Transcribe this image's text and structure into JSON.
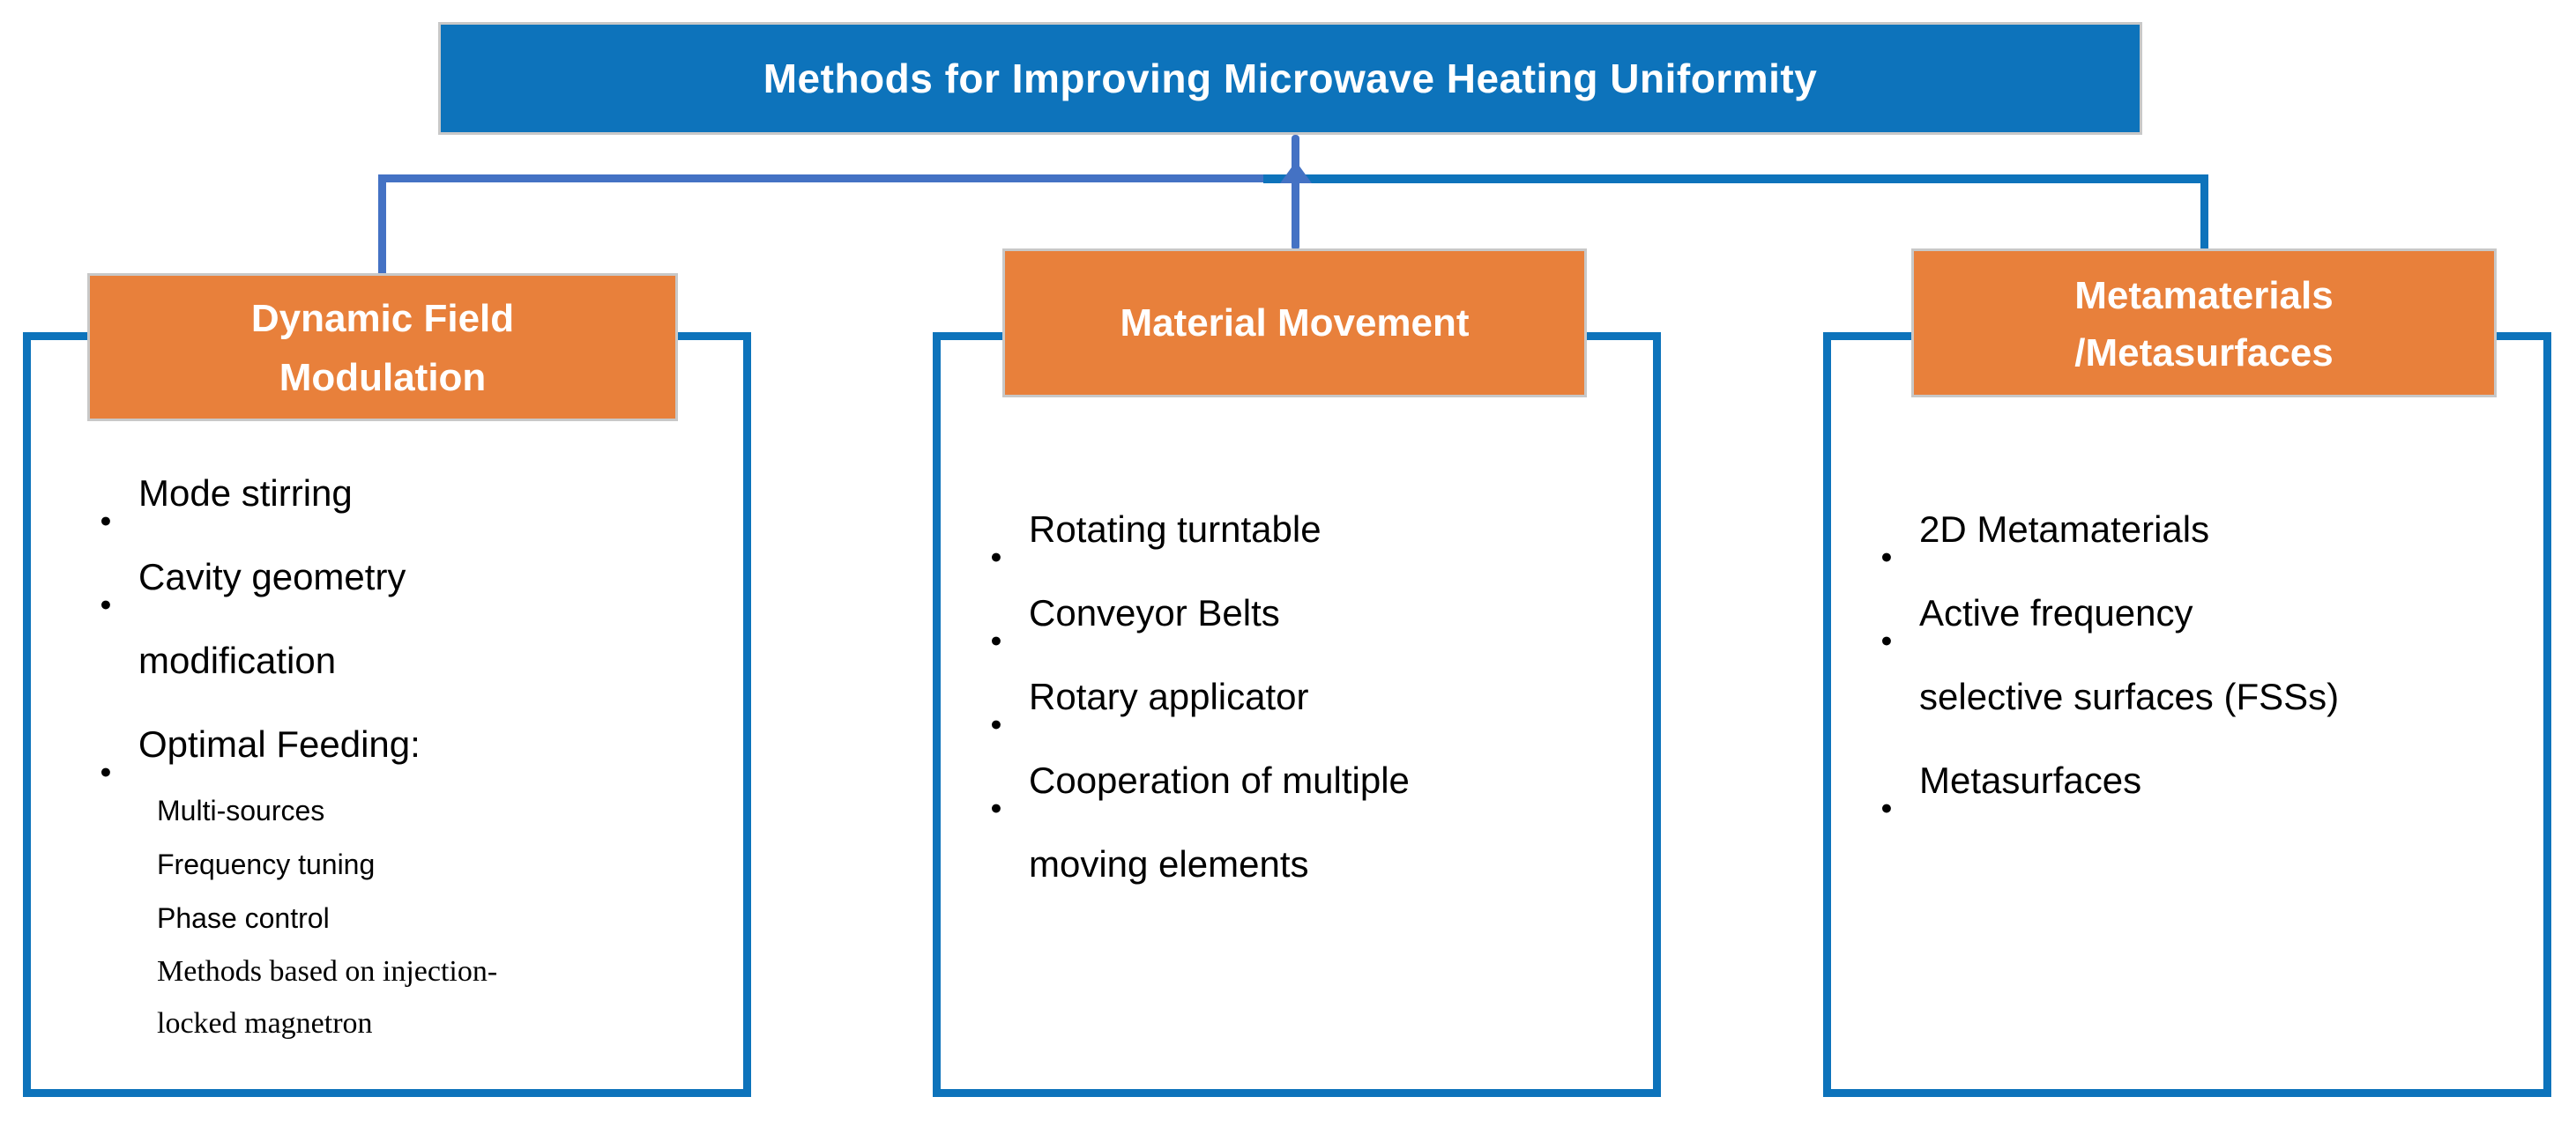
{
  "diagram": {
    "title": "Methods for Improving Microwave Heating Uniformity",
    "colors": {
      "primary_blue": "#0d73bb",
      "connector_blue": "#4472c4",
      "orange": "#e8803b",
      "border_gray": "#c8c8c8",
      "text_black": "#000000",
      "text_white": "#ffffff"
    },
    "branches": [
      {
        "header": "Dynamic Field\nModulation",
        "bullets": [
          "Mode stirring",
          "Cavity geometry\nmodification",
          "Optimal Feeding:"
        ],
        "sub_items": [
          "Multi-sources",
          "Frequency tuning",
          "Phase control",
          {
            "text": "Methods based on injection-\nlocked magnetron",
            "style": "serif"
          }
        ]
      },
      {
        "header": "Material Movement",
        "bullets": [
          "Rotating turntable",
          "Conveyor Belts",
          "Rotary applicator",
          "Cooperation of multiple\nmoving elements"
        ],
        "sub_items": []
      },
      {
        "header": "Metamaterials\n/Metasurfaces",
        "bullets": [
          "2D Metamaterials",
          "Active frequency\nselective surfaces (FSSs)",
          "Metasurfaces"
        ],
        "sub_items": []
      }
    ]
  }
}
